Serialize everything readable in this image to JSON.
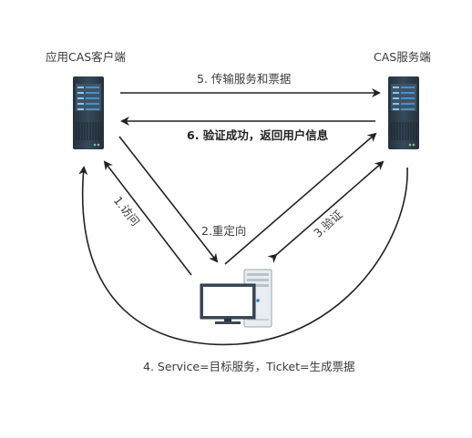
{
  "nodes": {
    "client_app": "应用CAS客户端",
    "cas_server": "CAS服务端"
  },
  "edges": {
    "step1": "1.访问",
    "step2": "2.重定向",
    "step3": "3.验证",
    "step4": "4. Service=目标服务，Ticket=生成票据",
    "step5": "5. 传输服务和票据",
    "step6": "6. 验证成功，返回用户信息"
  },
  "colors": {
    "server_body": "#2f3f4c",
    "server_panel": "#4a90c8",
    "arrow": "#222222"
  },
  "icons": {
    "client_server": "server-icon",
    "cas_server": "server-icon",
    "user_pc": "desktop-computer-icon"
  }
}
